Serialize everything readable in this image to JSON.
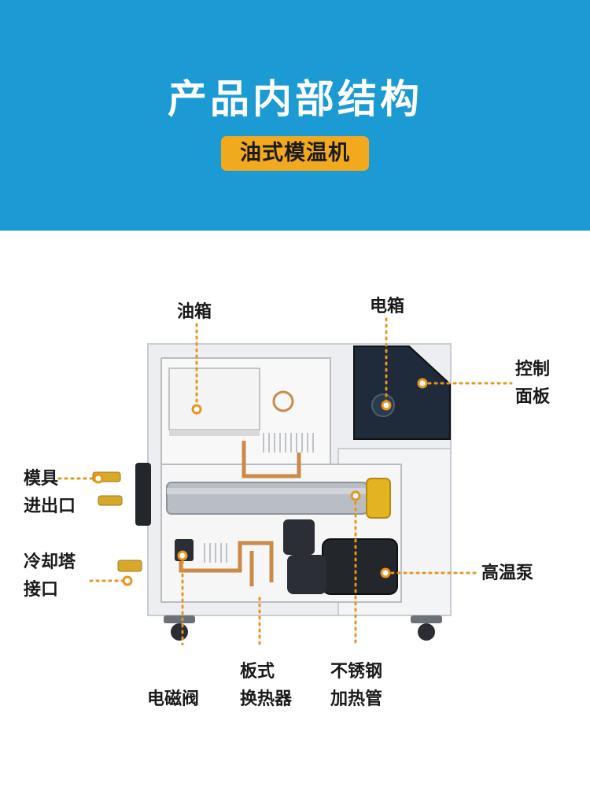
{
  "header": {
    "title": "产品内部结构",
    "subtitle": "油式模温机"
  },
  "labels": {
    "oil_tank": "油箱",
    "electric_box": "电箱",
    "control_panel_l1": "控制",
    "control_panel_l2": "面板",
    "mold_io_l1": "模具",
    "mold_io_l2": "进出口",
    "cooling_tower_l1": "冷却塔",
    "cooling_tower_l2": "接口",
    "high_temp_pump": "高温泵",
    "solenoid_valve": "电磁阀",
    "plate_exchanger_l1": "板式",
    "plate_exchanger_l2": "换热器",
    "heating_tube_l1": "不锈钢",
    "heating_tube_l2": "加热管"
  },
  "colors": {
    "header_bg": "#1b9ad4",
    "badge_bg": "#f2a91d",
    "leader_line": "#e8951a",
    "cabinet": "#eef0f2",
    "panel": "#1d2a38"
  }
}
